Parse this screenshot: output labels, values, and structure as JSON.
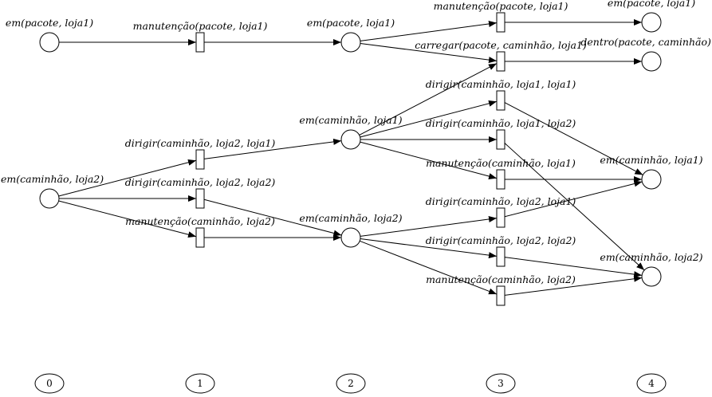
{
  "places": {
    "p_pacote_loja1_0": "em(pacote, loja1)",
    "p_caminhao_loja2_0": "em(caminhão, loja2)",
    "p_pacote_loja1_2": "em(pacote, loja1)",
    "p_caminhao_loja1_2": "em(caminhão, loja1)",
    "p_caminhao_loja2_2": "em(caminhão, loja2)",
    "p_pacote_loja1_4": "em(pacote, loja1)",
    "p_dentro_4": "dentro(pacote, caminhão)",
    "p_caminhao_loja1_4": "em(caminhão, loja1)",
    "p_caminhao_loja2_4": "em(caminhão, loja2)"
  },
  "transitions": {
    "t_manut_pacote_1": "manutenção(pacote, loja1)",
    "t_dirigir_21_1": "dirigir(caminhão, loja2, loja1)",
    "t_dirigir_22_1": "dirigir(caminhão, loja2, loja2)",
    "t_manut_cam2_1": "manutenção(caminhão, loja2)",
    "t_manut_pacote_3": "manutenção(pacote, loja1)",
    "t_carregar_3": "carregar(pacote, caminhão, loja1)",
    "t_dirigir_11_3": "dirigir(caminhão, loja1, loja1)",
    "t_dirigir_12_3": "dirigir(caminhão, loja1, loja2)",
    "t_manut_cam1_3": "manutenção(caminhão, loja1)",
    "t_dirigir_21_3": "dirigir(caminhão, loja2, loja1)",
    "t_dirigir_22_3": "dirigir(caminhão, loja2, loja2)",
    "t_manut_cam2_3": "manutenção(caminhão, loja2)"
  },
  "levels": [
    "0",
    "1",
    "2",
    "3",
    "4"
  ]
}
